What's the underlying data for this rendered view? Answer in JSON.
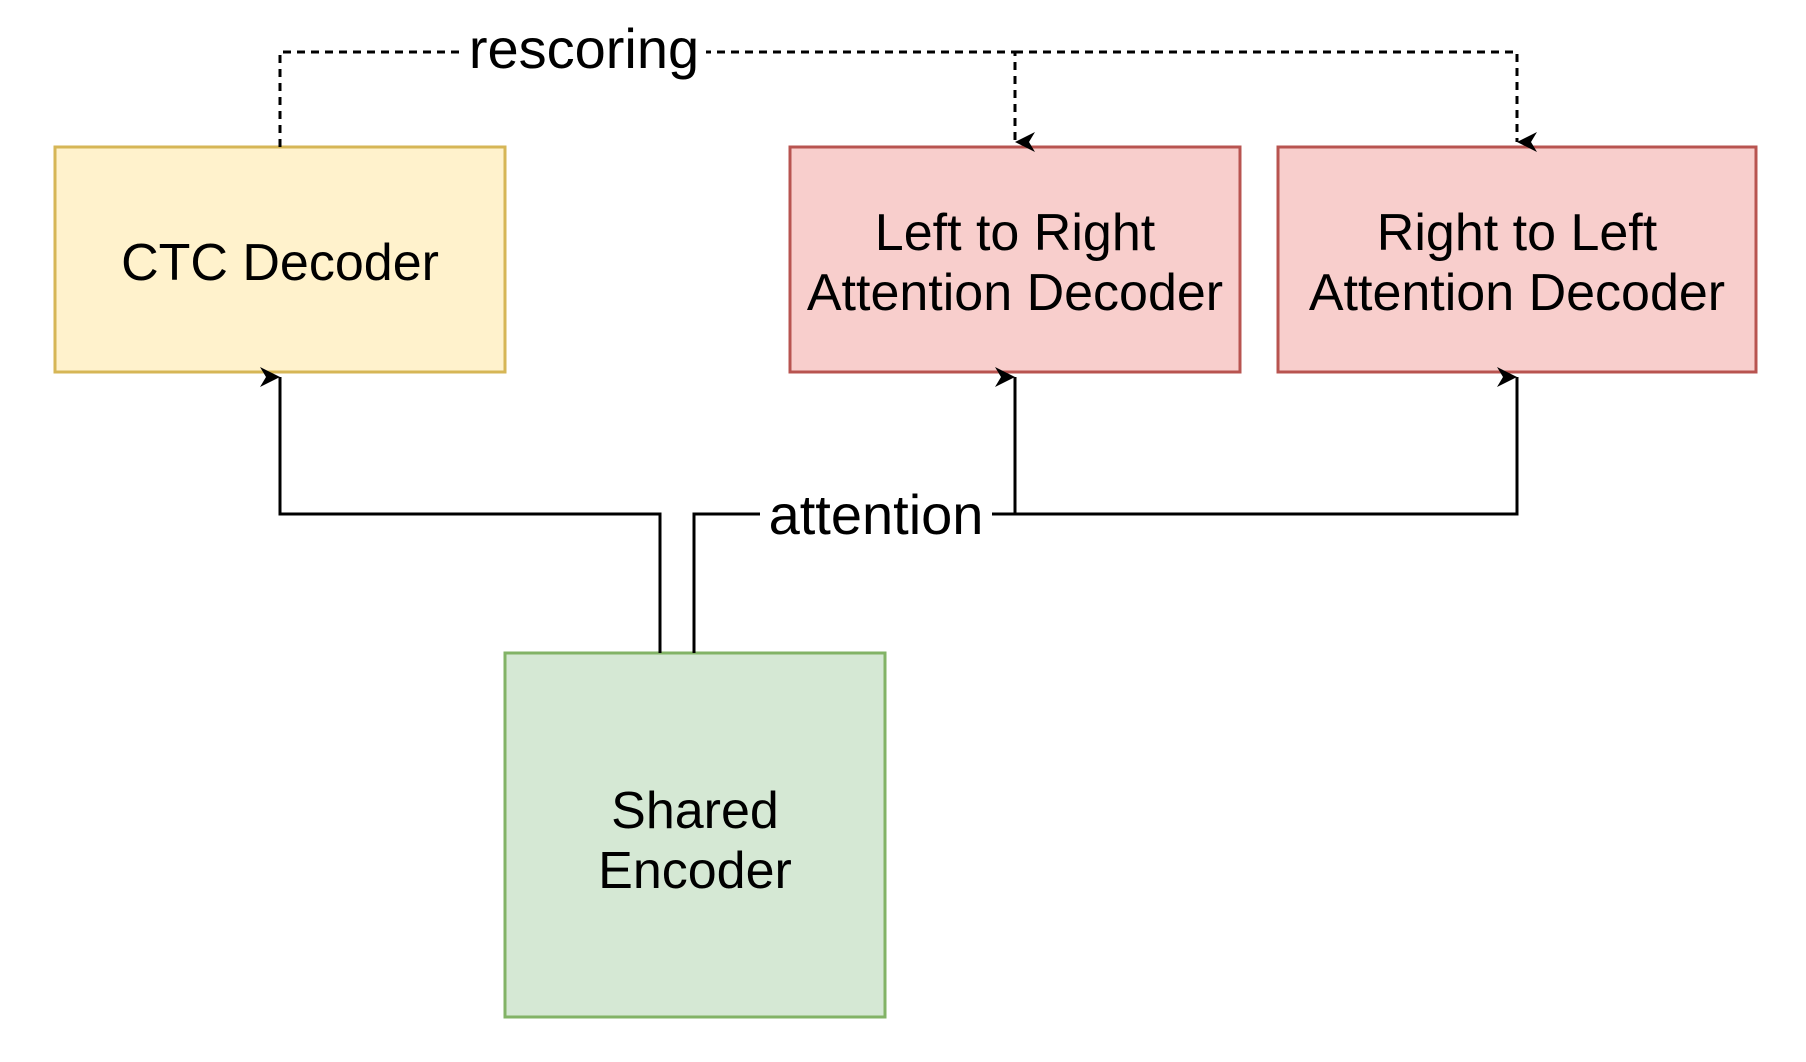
{
  "diagram": {
    "nodes": {
      "ctc_decoder": {
        "lines": [
          "CTC Decoder"
        ],
        "fill": "#fff2cc",
        "stroke": "#d6b656"
      },
      "l2r_decoder": {
        "lines": [
          "Left to Right",
          "Attention Decoder"
        ],
        "fill": "#f8cecc",
        "stroke": "#b85450"
      },
      "r2l_decoder": {
        "lines": [
          "Right to Left",
          "Attention Decoder"
        ],
        "fill": "#f8cecc",
        "stroke": "#b85450"
      },
      "shared_encoder": {
        "lines": [
          "Shared",
          "Encoder"
        ],
        "fill": "#d5e8d4",
        "stroke": "#82b366"
      }
    },
    "edges": {
      "rescoring": {
        "label": "rescoring",
        "style": "dashed",
        "from": "ctc_decoder",
        "to": [
          "l2r_decoder",
          "r2l_decoder"
        ]
      },
      "attention": {
        "label": "attention",
        "style": "solid",
        "from": "shared_encoder",
        "to": [
          "l2r_decoder",
          "r2l_decoder"
        ]
      },
      "encoder_to_ctc": {
        "label": "",
        "style": "solid",
        "from": "shared_encoder",
        "to": [
          "ctc_decoder"
        ]
      }
    }
  }
}
